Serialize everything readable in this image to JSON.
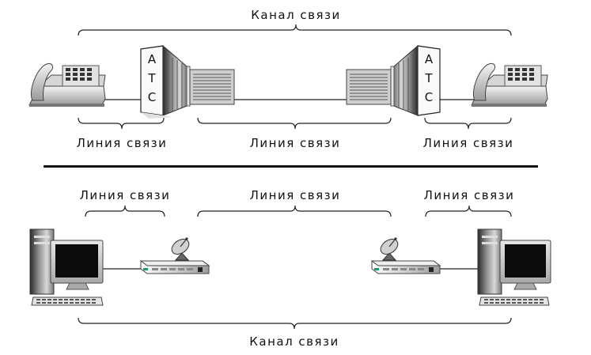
{
  "top": {
    "channel_label": "Канал связи",
    "line_labels": [
      "Линия связи",
      "Линия связи",
      "Линия связи"
    ],
    "ats_letters": [
      "А",
      "Т",
      "С"
    ]
  },
  "bottom": {
    "channel_label": "Канал связи",
    "line_labels": [
      "Линия связи",
      "Линия связи",
      "Линия связи"
    ]
  }
}
